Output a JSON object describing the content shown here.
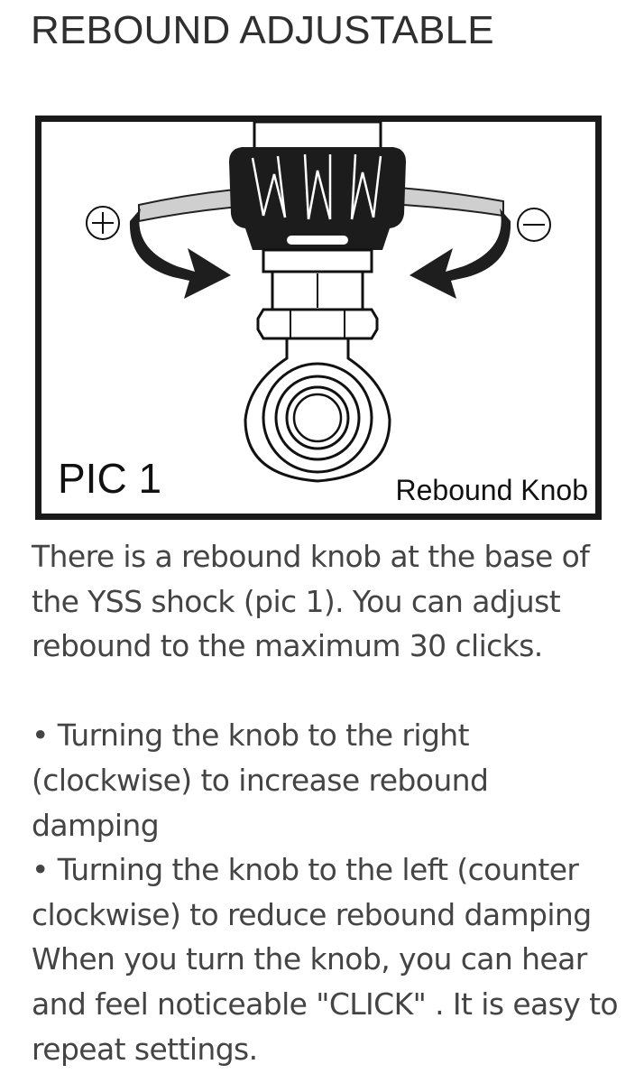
{
  "title": "REBOUND ADJUSTABLE",
  "figure": {
    "pic_label": "PIC 1",
    "knob_label": "Rebound Knob",
    "plus_icon": "plus-circle-icon",
    "minus_icon": "minus-circle-icon"
  },
  "intro": "There is a rebound knob at the base of the YSS shock (pic 1). You can adjust rebound to the maximum 30 clicks.",
  "bullets": [
    "• Turning the knob to the right (clockwise) to increase rebound damping",
    "• Turning the knob to the left (counter clockwise) to reduce rebound damping When you turn the knob, you can hear and feel noticeable \"CLICK\" . It is easy to repeat settings."
  ]
}
